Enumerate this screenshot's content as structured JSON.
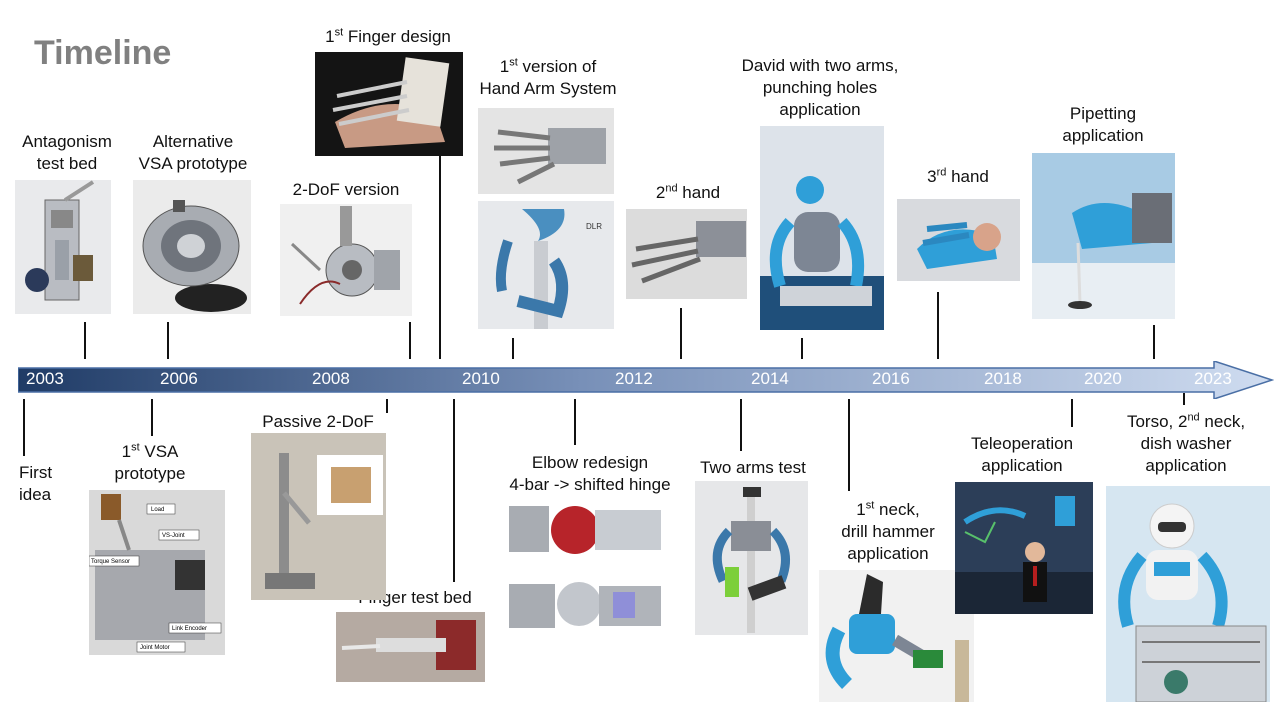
{
  "title": "Timeline",
  "colors": {
    "axis_start": "#1f3b66",
    "axis_end": "#cfdcf0",
    "title_gray": "#808080",
    "robot_blue": "#2f9fd8"
  },
  "years": [
    "2003",
    "2006",
    "2008",
    "2010",
    "2012",
    "2014",
    "2016",
    "2018",
    "2020",
    "2023"
  ],
  "events_above": [
    {
      "line1": "Antagonism",
      "line2": "test bed"
    },
    {
      "line1": "Alternative",
      "line2": "VSA prototype"
    },
    {
      "line1": "2-DoF version"
    },
    {
      "pre": "1",
      "sup": "st",
      "post": " Finger design"
    },
    {
      "pre": "1",
      "sup": "st",
      "post": " version of",
      "line2": "Hand Arm System"
    },
    {
      "pre": "2",
      "sup": "nd",
      "post": " hand"
    },
    {
      "line1": "David with two arms,",
      "line2": "punching holes",
      "line3": "application"
    },
    {
      "pre": "3",
      "sup": "rd",
      "post": " hand"
    },
    {
      "line1": "Pipetting",
      "line2": "application"
    }
  ],
  "events_below": [
    {
      "line1": "First",
      "line2": "idea"
    },
    {
      "pre": "1",
      "sup": "st",
      "post": " VSA",
      "line2": "prototype"
    },
    {
      "line1": "Passive 2-DoF"
    },
    {
      "line1": "Finger test bed"
    },
    {
      "line1": "Elbow redesign",
      "line2": "4-bar -> shifted hinge"
    },
    {
      "line1": "Two arms test"
    },
    {
      "pre": "1",
      "sup": "st",
      "post": " neck,",
      "line2": "drill hammer",
      "line3": "application"
    },
    {
      "line1": "Teleoperation",
      "line2": "application"
    },
    {
      "pre": "Torso, 2",
      "sup": "nd",
      "post": " neck,",
      "line2": "dish washer",
      "line3": "application"
    }
  ],
  "vsa_diagram_labels": [
    "Load",
    "VS-Joint",
    "Torque Sensor",
    "Link Encoder",
    "Joint Motor"
  ],
  "dlr_logo": "DLR"
}
